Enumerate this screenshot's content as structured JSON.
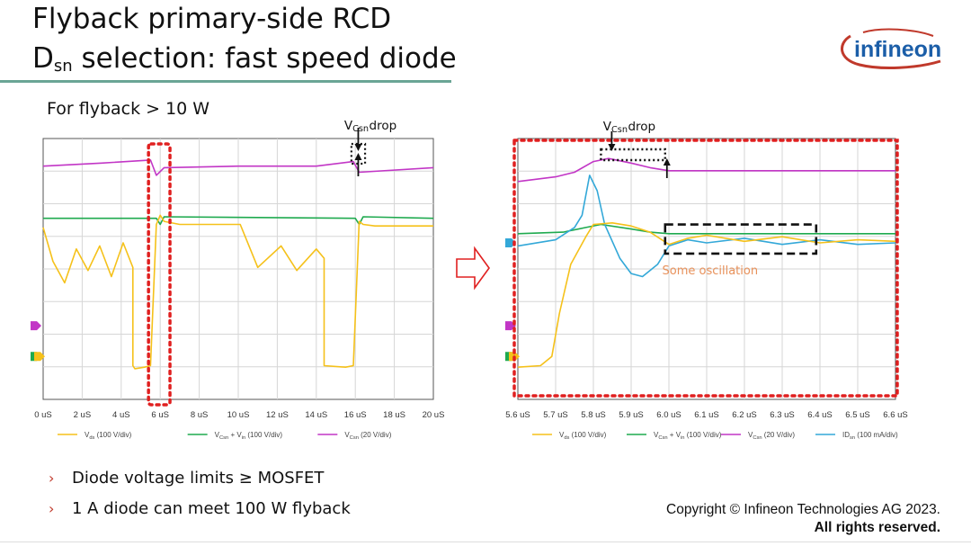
{
  "slide": {
    "title_line1": "Flyback primary-side RCD",
    "title_line2_prefix": "D",
    "title_line2_sub": "sn",
    "title_line2_suffix": " selection: fast speed diode",
    "subtitle": "For flyback > 10 W",
    "logo_text": "infineon",
    "bullets": [
      "Diode voltage limits ≥ MOSFET",
      "1 A diode can meet 100 W flyback"
    ],
    "copyright_line1": "Copyright © Infineon Technologies AG 2023.",
    "copyright_line2": "All rights reserved.",
    "colors": {
      "vds": "#f5c11a",
      "vcsn_vin": "#1faa4f",
      "vcsn": "#c236c6",
      "idsn": "#33a8d8",
      "highlight": "#e02020",
      "accent": "#6aa595"
    }
  },
  "chart_data": [
    {
      "type": "line",
      "title": "",
      "xlabel": "",
      "ylabel": "",
      "xlim": [
        0,
        20
      ],
      "x_ticks": [
        "0 uS",
        "2 uS",
        "4 uS",
        "6 uS",
        "8 uS",
        "10 uS",
        "12 uS",
        "14 uS",
        "16 uS",
        "18 uS",
        "20 uS"
      ],
      "grid": true,
      "legend_position": "bottom",
      "legend": [
        {
          "prefix": "V",
          "sub": "ds",
          "suffix": " (100 V/div)",
          "color": "#f5c11a"
        },
        {
          "prefix": "V",
          "sub": "Csn",
          "suffix": " + V",
          "sub2": "in",
          "suffix2": " (100 V/div)",
          "color": "#1faa4f"
        },
        {
          "prefix": "V",
          "sub": "Csn",
          "suffix": " (20 V/div)",
          "color": "#c236c6"
        }
      ],
      "series": [
        {
          "color": "#c236c6",
          "x": [
            0,
            3,
            5.5,
            5.8,
            6.2,
            10,
            14,
            15.9,
            16.2,
            20
          ],
          "y": [
            5.6,
            5.7,
            5.8,
            5.3,
            5.55,
            5.6,
            5.6,
            5.75,
            5.4,
            5.55
          ]
        },
        {
          "color": "#1faa4f",
          "x": [
            0,
            5.8,
            6.0,
            6.2,
            16.0,
            16.2,
            16.4,
            20
          ],
          "y": [
            3.9,
            3.9,
            3.7,
            3.95,
            3.9,
            3.7,
            3.95,
            3.9
          ]
        },
        {
          "color": "#f5c11a",
          "x": [
            0,
            0.5,
            1.1,
            1.7,
            2.3,
            2.9,
            3.5,
            4.1,
            4.6,
            4.6,
            4.7,
            5.2,
            5.5,
            5.8,
            6,
            6.2,
            7,
            10.1,
            11,
            12.2,
            13,
            14,
            14.4,
            14.4,
            15.5,
            15.9,
            16.2,
            16.4,
            17,
            20
          ],
          "y": [
            3.6,
            2.5,
            1.8,
            2.9,
            2.2,
            3.0,
            2.0,
            3.1,
            2.3,
            -0.9,
            -1.0,
            -0.95,
            -0.9,
            3.7,
            4.0,
            3.8,
            3.7,
            3.7,
            2.3,
            3.0,
            2.2,
            2.9,
            2.6,
            -0.9,
            -0.95,
            -0.9,
            3.8,
            3.7,
            3.65,
            3.65
          ]
        }
      ],
      "markers": [
        {
          "color": "#c236c6",
          "y": 0.4
        },
        {
          "color": "#1faa4f",
          "y": -0.6
        },
        {
          "color": "#f5c11a",
          "y": -0.6
        }
      ],
      "highlight_box": {
        "x": [
          5.4,
          6.5
        ]
      },
      "annotation_drop": {
        "prefix": "V",
        "sub": "Csn",
        "suffix": " drop",
        "x": [
          15.8,
          16.5
        ]
      }
    },
    {
      "type": "line",
      "title": "",
      "xlabel": "",
      "ylabel": "",
      "xlim": [
        5.6,
        6.6
      ],
      "x_ticks": [
        "5.6 uS",
        "5.7 uS",
        "5.8 uS",
        "5.9 uS",
        "6.0 uS",
        "6.1 uS",
        "6.2 uS",
        "6.3 uS",
        "6.4 uS",
        "6.5 uS",
        "6.6 uS"
      ],
      "grid": true,
      "legend_position": "bottom",
      "legend": [
        {
          "prefix": "V",
          "sub": "ds",
          "suffix": " (100 V/div)",
          "color": "#f5c11a"
        },
        {
          "prefix": "V",
          "sub": "Csn",
          "suffix": " + V",
          "sub2": "in",
          "suffix2": " (100 V/div)",
          "color": "#1faa4f"
        },
        {
          "prefix": "V",
          "sub": "Csn",
          "suffix": " (20 V/div)",
          "color": "#c236c6"
        },
        {
          "prefix": "ID",
          "sub": "sn",
          "suffix": " (100 mA/div)",
          "color": "#33a8d8"
        }
      ],
      "series": [
        {
          "color": "#c236c6",
          "x": [
            5.6,
            5.7,
            5.75,
            5.8,
            5.84,
            5.9,
            5.95,
            6.0,
            6.3,
            6.6
          ],
          "y": [
            5.1,
            5.25,
            5.4,
            5.75,
            5.85,
            5.7,
            5.55,
            5.45,
            5.45,
            5.45
          ]
        },
        {
          "color": "#1faa4f",
          "x": [
            5.6,
            5.72,
            5.78,
            5.82,
            5.9,
            5.95,
            6.0,
            6.6
          ],
          "y": [
            3.4,
            3.45,
            3.6,
            3.7,
            3.55,
            3.45,
            3.4,
            3.4
          ]
        },
        {
          "color": "#33a8d8",
          "x": [
            5.6,
            5.7,
            5.75,
            5.77,
            5.79,
            5.81,
            5.83,
            5.87,
            5.9,
            5.93,
            5.97,
            6.0,
            6.05,
            6.1,
            6.2,
            6.3,
            6.4,
            6.5,
            6.6
          ],
          "y": [
            3.0,
            3.2,
            3.6,
            4.0,
            5.3,
            4.8,
            3.7,
            2.6,
            2.1,
            2.0,
            2.4,
            3.0,
            3.2,
            3.1,
            3.25,
            3.05,
            3.2,
            3.05,
            3.1
          ]
        },
        {
          "color": "#f5c11a",
          "x": [
            5.6,
            5.66,
            5.69,
            5.71,
            5.74,
            5.78,
            5.8,
            5.85,
            5.9,
            5.95,
            6.0,
            6.05,
            6.1,
            6.2,
            6.3,
            6.4,
            6.5,
            6.6
          ],
          "y": [
            -0.95,
            -0.9,
            -0.6,
            0.8,
            2.4,
            3.3,
            3.7,
            3.75,
            3.65,
            3.45,
            3.05,
            3.25,
            3.35,
            3.15,
            3.3,
            3.1,
            3.2,
            3.15
          ]
        }
      ],
      "markers": [
        {
          "color": "#33a8d8",
          "y": 3.1
        },
        {
          "color": "#c236c6",
          "y": 0.4
        },
        {
          "color": "#1faa4f",
          "y": -0.6
        },
        {
          "color": "#f5c11a",
          "y": -0.6
        }
      ],
      "oscillation_box": {
        "x": [
          5.99,
          6.39
        ],
        "y": [
          2.75,
          3.7
        ]
      },
      "oscillation_label": "Some oscillation",
      "annotation_drop": {
        "prefix": "V",
        "sub": "Csn",
        "suffix": " drop",
        "x": [
          5.82,
          5.99
        ]
      }
    }
  ]
}
